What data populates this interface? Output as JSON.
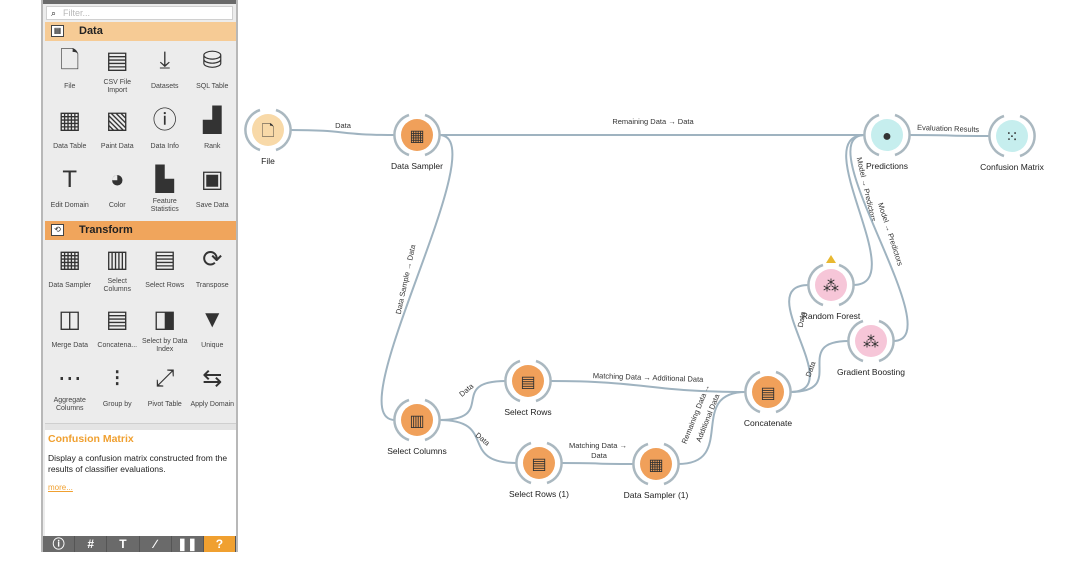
{
  "filter": {
    "placeholder": "Filter..."
  },
  "categories": [
    {
      "label": "Data",
      "color": "#f6cb95",
      "items": [
        {
          "label": "File",
          "icon": "file-icon"
        },
        {
          "label": "CSV File Import",
          "icon": "csv-icon"
        },
        {
          "label": "Datasets",
          "icon": "download-icon"
        },
        {
          "label": "SQL Table",
          "icon": "database-icon"
        },
        {
          "label": "Data Table",
          "icon": "table-icon"
        },
        {
          "label": "Paint Data",
          "icon": "paint-icon"
        },
        {
          "label": "Data Info",
          "icon": "info-icon"
        },
        {
          "label": "Rank",
          "icon": "rank-icon"
        },
        {
          "label": "Edit Domain",
          "icon": "edit-domain-icon"
        },
        {
          "label": "Color",
          "icon": "palette-icon"
        },
        {
          "label": "Feature Statistics",
          "icon": "statistics-icon"
        },
        {
          "label": "Save Data",
          "icon": "save-icon"
        }
      ]
    },
    {
      "label": "Transform",
      "color": "#f0a55c",
      "items": [
        {
          "label": "Data Sampler",
          "icon": "data-sampler-icon"
        },
        {
          "label": "Select Columns",
          "icon": "select-columns-icon"
        },
        {
          "label": "Select Rows",
          "icon": "select-rows-icon"
        },
        {
          "label": "Transpose",
          "icon": "transpose-icon"
        },
        {
          "label": "Merge Data",
          "icon": "merge-icon"
        },
        {
          "label": "Concatena...",
          "icon": "concatenate-icon"
        },
        {
          "label": "Select by Data Index",
          "icon": "select-index-icon"
        },
        {
          "label": "Unique",
          "icon": "funnel-icon"
        },
        {
          "label": "Aggregate Columns",
          "icon": "aggregate-icon"
        },
        {
          "label": "Group by",
          "icon": "group-by-icon"
        },
        {
          "label": "Pivot Table",
          "icon": "pivot-icon"
        },
        {
          "label": "Apply Domain",
          "icon": "apply-domain-icon"
        }
      ]
    }
  ],
  "description": {
    "title": "Confusion Matrix",
    "text": "Display a confusion matrix constructed from the results of classifier evaluations.",
    "more": "more..."
  },
  "toolbar": [
    {
      "icon": "info-icon",
      "glyph": "ⓘ"
    },
    {
      "icon": "grid-icon",
      "glyph": "#"
    },
    {
      "icon": "text-icon",
      "glyph": "T"
    },
    {
      "icon": "arrow-icon",
      "glyph": "∕"
    },
    {
      "icon": "pause-icon",
      "glyph": "❚❚"
    },
    {
      "icon": "help-icon",
      "glyph": "?",
      "active": true
    }
  ],
  "colors": {
    "data": "#f8d9a8",
    "transform": "#f0a05a",
    "model": "#f6c6d8",
    "evaluate": "#c6eeee",
    "link": "#9fb3c0",
    "accent": "#f0a030"
  },
  "nodes": [
    {
      "id": "file",
      "label": "File",
      "kind": "data",
      "icon": "file-icon"
    },
    {
      "id": "sampler",
      "label": "Data Sampler",
      "kind": "transform",
      "icon": "data-sampler-icon"
    },
    {
      "id": "predictions",
      "label": "Predictions",
      "kind": "evaluate",
      "icon": "crystal-ball-icon"
    },
    {
      "id": "confusion",
      "label": "Confusion Matrix",
      "kind": "evaluate",
      "icon": "confusion-matrix-icon"
    },
    {
      "id": "rf",
      "label": "Random Forest",
      "kind": "model",
      "icon": "tree-icon",
      "warning": true
    },
    {
      "id": "gb",
      "label": "Gradient Boosting",
      "kind": "model",
      "icon": "tree-icon"
    },
    {
      "id": "selcols",
      "label": "Select Columns",
      "kind": "transform",
      "icon": "select-columns-icon"
    },
    {
      "id": "selrows",
      "label": "Select Rows",
      "kind": "transform",
      "icon": "select-rows-icon"
    },
    {
      "id": "selrows1",
      "label": "Select Rows (1)",
      "kind": "transform",
      "icon": "select-rows-icon"
    },
    {
      "id": "sampler1",
      "label": "Data Sampler (1)",
      "kind": "transform",
      "icon": "data-sampler-icon"
    },
    {
      "id": "concat",
      "label": "Concatenate",
      "kind": "transform",
      "icon": "concatenate-icon"
    }
  ],
  "links": [
    {
      "from": "file",
      "to": "sampler",
      "label": [
        "Data"
      ]
    },
    {
      "from": "sampler",
      "to": "predictions",
      "label": [
        "Remaining Data → Data"
      ]
    },
    {
      "from": "sampler",
      "to": "selcols",
      "label": [
        "Data Sample → Data"
      ]
    },
    {
      "from": "selcols",
      "to": "selrows",
      "label": [
        "Data"
      ]
    },
    {
      "from": "selcols",
      "to": "selrows1",
      "label": [
        "Data"
      ]
    },
    {
      "from": "selrows",
      "to": "concat",
      "label": [
        "Matching Data → Additional Data"
      ]
    },
    {
      "from": "selrows1",
      "to": "sampler1",
      "label": [
        "Matching Data →",
        "Data"
      ]
    },
    {
      "from": "sampler1",
      "to": "concat",
      "label": [
        "Remaining Data →",
        "Additional Data"
      ]
    },
    {
      "from": "concat",
      "to": "rf",
      "label": [
        "Data"
      ]
    },
    {
      "from": "concat",
      "to": "gb",
      "label": [
        "Data"
      ]
    },
    {
      "from": "rf",
      "to": "predictions",
      "label": [
        "Model → Predictors"
      ]
    },
    {
      "from": "gb",
      "to": "predictions",
      "label": [
        "Model → Predictors"
      ]
    },
    {
      "from": "predictions",
      "to": "confusion",
      "label": [
        "Evaluation Results"
      ]
    }
  ]
}
